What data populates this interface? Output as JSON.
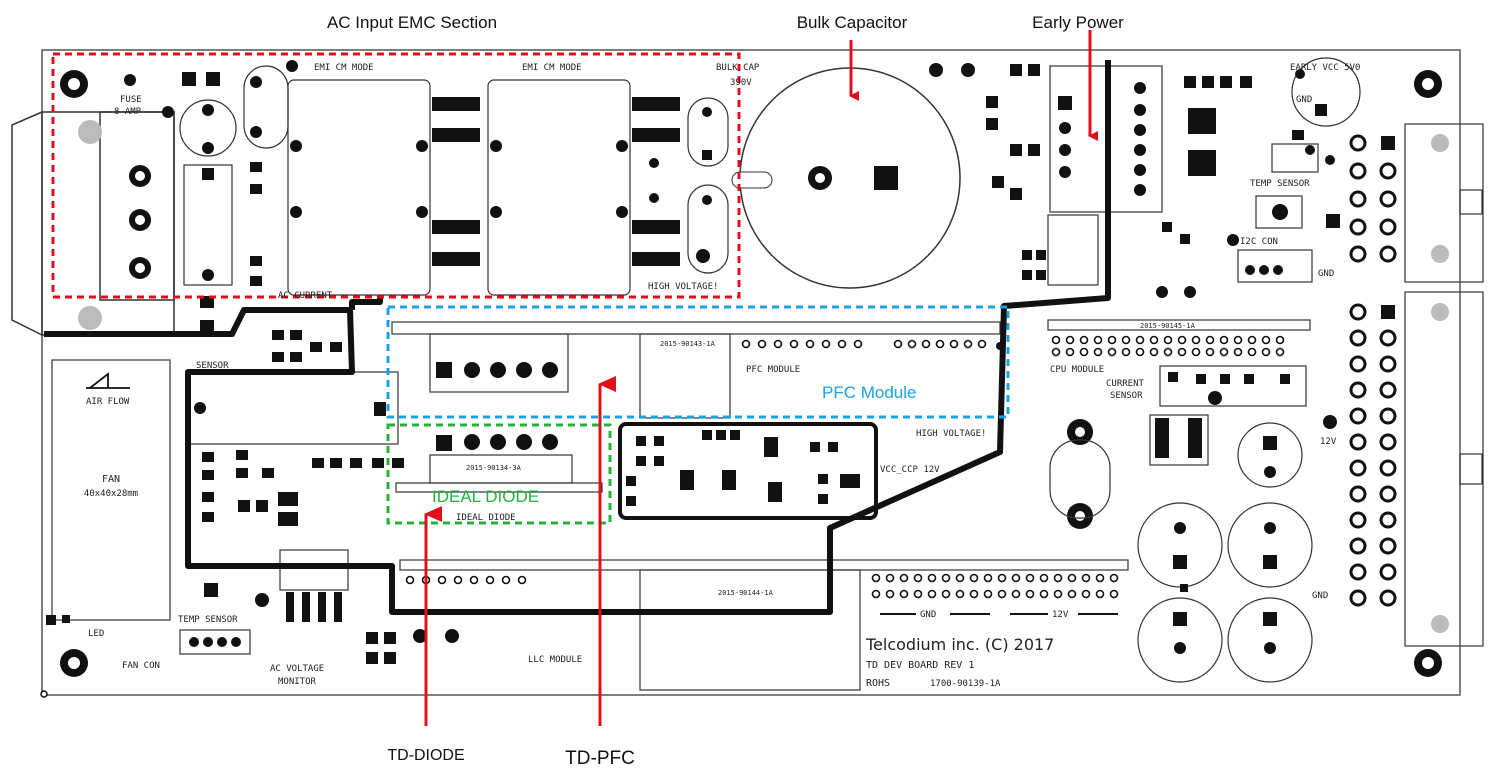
{
  "annotations": {
    "ac_input_emc": "AC Input EMC Section",
    "bulk_capacitor": "Bulk Capacitor",
    "early_power": "Early Power",
    "td_diode": "TD-DIODE",
    "td_pfc": "TD-PFC",
    "pfc_module": "PFC Module",
    "ideal_diode": "IDEAL DIODE"
  },
  "silkscreen": {
    "emi_cm_mode_1": "EMI CM MODE",
    "emi_cm_mode_2": "EMI CM MODE",
    "bulk_cap_1": "BULK CAP",
    "bulk_cap_2": "390V",
    "fuse_1": "FUSE",
    "fuse_2": "8 AMP",
    "ac_current": "AC CURRENT",
    "high_voltage_1": "HIGH VOLTAGE!",
    "high_voltage_2": "HIGH VOLTAGE!",
    "early_vcc": "EARLY VCC 5V0",
    "gnd_top": "GND",
    "temp_sensor_top": "TEMP SENSOR",
    "i2c_con": "I2C CON",
    "gnd_right": "GND",
    "sensor": "SENSOR",
    "air_flow": "AIR FLOW",
    "fan_1": "FAN",
    "fan_2": "40x40x28mm",
    "pn_pfc": "2015-90143-1A",
    "pfc_module_silk": "PFC MODULE",
    "pn_cpu": "2015-90145-1A",
    "cpu_module": "CPU MODULE",
    "current_sensor_1": "CURRENT",
    "current_sensor_2": "SENSOR",
    "pn_diode": "2015-90134-3A",
    "ideal_diode_silk": "IDEAL DIODE",
    "vcc_ccp": "VCC_CCP 12V",
    "v12": "12V",
    "pn_llc": "2015-90144-1A",
    "gnd_bottom": "GND",
    "v12_bottom": "12V",
    "gnd_lower_right": "GND",
    "telcodium": "Telcodium inc. (C) 2017",
    "td_dev_board": "TD DEV BOARD REV 1",
    "rohs": "ROHS",
    "pn_board": "1700-90139-1A",
    "temp_sensor_bottom": "TEMP SENSOR",
    "led": "LED",
    "fan_con": "FAN CON",
    "ac_voltage_1": "AC VOLTAGE",
    "ac_voltage_2": "MONITOR",
    "llc_module": "LLC MODULE"
  },
  "colors": {
    "emc_box": "#e0101a",
    "pfc_box": "#1aa3e0",
    "diode_box": "#22b43a",
    "arrow": "#e0101a",
    "trace": "#000000"
  }
}
